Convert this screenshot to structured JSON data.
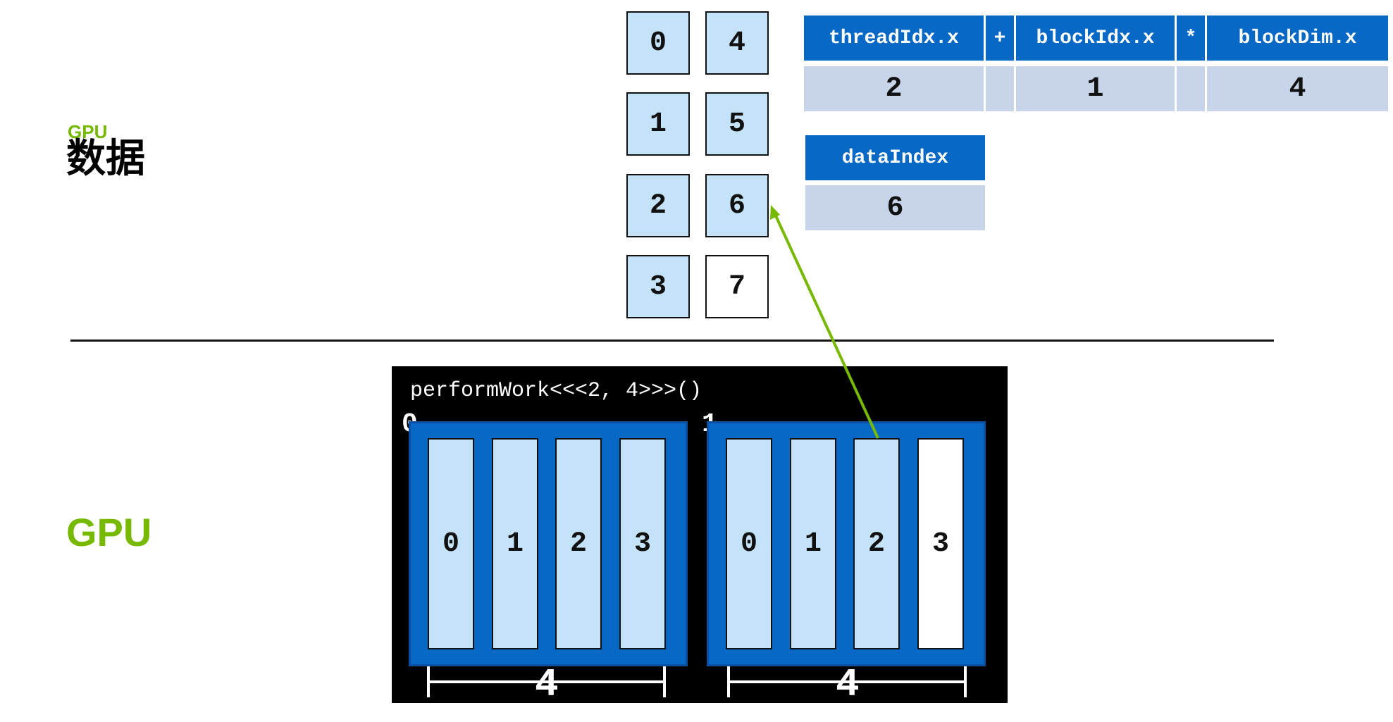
{
  "labels": {
    "gpu_small": "GPU",
    "data_title": "数据",
    "gpu_big": "GPU"
  },
  "data_cells": {
    "col1": [
      "0",
      "1",
      "2",
      "3"
    ],
    "col2": [
      "4",
      "5",
      "6",
      "7"
    ]
  },
  "formula": {
    "threadIdx_label": "threadIdx.x",
    "plus": "+",
    "blockIdx_label": "blockIdx.x",
    "times": "*",
    "blockDim_label": "blockDim.x",
    "threadIdx_value": "2",
    "blockIdx_value": "1",
    "blockDim_value": "4",
    "dataIndex_label": "dataIndex",
    "dataIndex_value": "6"
  },
  "gpu": {
    "launch": "performWork<<<2, 4>>>()",
    "block0_index": "0",
    "block1_index": "1",
    "block0_threads": [
      "0",
      "1",
      "2",
      "3"
    ],
    "block1_threads": [
      "0",
      "1",
      "2",
      "3"
    ],
    "block0_dim": "4",
    "block1_dim": "4"
  },
  "colors": {
    "accent_green": "#76b900",
    "block_blue": "#0868c6",
    "cell_light_blue": "#c5e3f8",
    "value_row": "#c8d4e9"
  }
}
